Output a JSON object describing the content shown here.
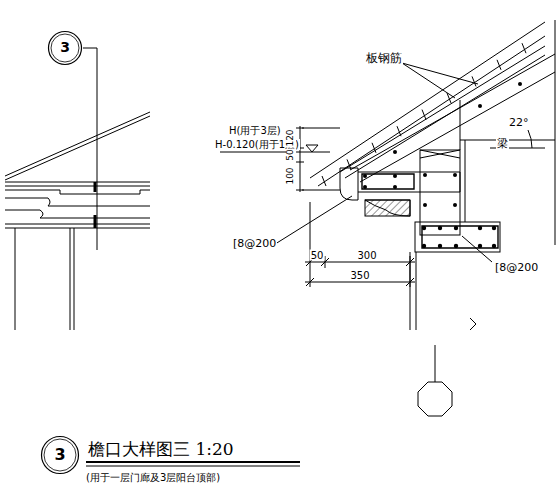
{
  "diagram": {
    "title": "檐口大样图三 1:20",
    "caption": "(用于一层门廊及3层阳台顶部)",
    "nodes": [
      {
        "text": [
          "3"
        ]
      },
      {
        "text": [
          "3"
        ]
      }
    ],
    "labels": [
      "板钢筋",
      "H(用于3层)",
      "H-0.120(用于1层)",
      "100",
      "50",
      "120",
      "22°",
      "梁",
      "[8@200",
      "[8@200",
      "50",
      "300",
      "350"
    ]
  }
}
